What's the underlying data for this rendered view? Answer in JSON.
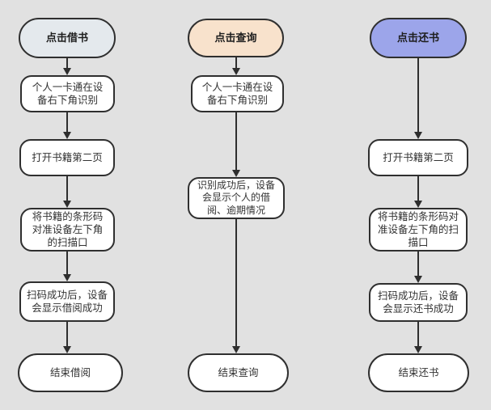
{
  "diagram": {
    "background_color": "#E1E1E1",
    "box_fill_color": "#FFFFFF",
    "box_border_color": "#2F2F2F",
    "arrow_color": "#2E2E2E",
    "columns": [
      {
        "name": "borrow-flow",
        "accent_color": "#E4E9ED",
        "nodes": [
          {
            "type": "start",
            "label": "点击借书"
          },
          {
            "type": "process",
            "label": "个人一卡通在设备右下角识别"
          },
          {
            "type": "process",
            "label": "打开书籍第二页"
          },
          {
            "type": "process",
            "label": "将书籍的条形码对准设备左下角的扫描口"
          },
          {
            "type": "process",
            "label": "扫码成功后，设备会显示借阅成功"
          },
          {
            "type": "end",
            "label": "结束借阅"
          }
        ]
      },
      {
        "name": "query-flow",
        "accent_color": "#F8E2CC",
        "nodes": [
          {
            "type": "start",
            "label": "点击查询"
          },
          {
            "type": "process",
            "label": "个人一卡通在设备右下角识别"
          },
          {
            "type": "process",
            "label": "识别成功后，设备会显示个人的借阅、逾期情况"
          },
          {
            "type": "end",
            "label": "结束查询"
          }
        ]
      },
      {
        "name": "return-flow",
        "accent_color": "#9CA5EA",
        "nodes": [
          {
            "type": "start",
            "label": "点击还书"
          },
          {
            "type": "process",
            "label": "打开书籍第二页"
          },
          {
            "type": "process",
            "label": "将书籍的条形码对准设备左下角的扫描口"
          },
          {
            "type": "process",
            "label": "扫码成功后，设备会显示还书成功"
          },
          {
            "type": "end",
            "label": "结束还书"
          }
        ]
      }
    ]
  }
}
